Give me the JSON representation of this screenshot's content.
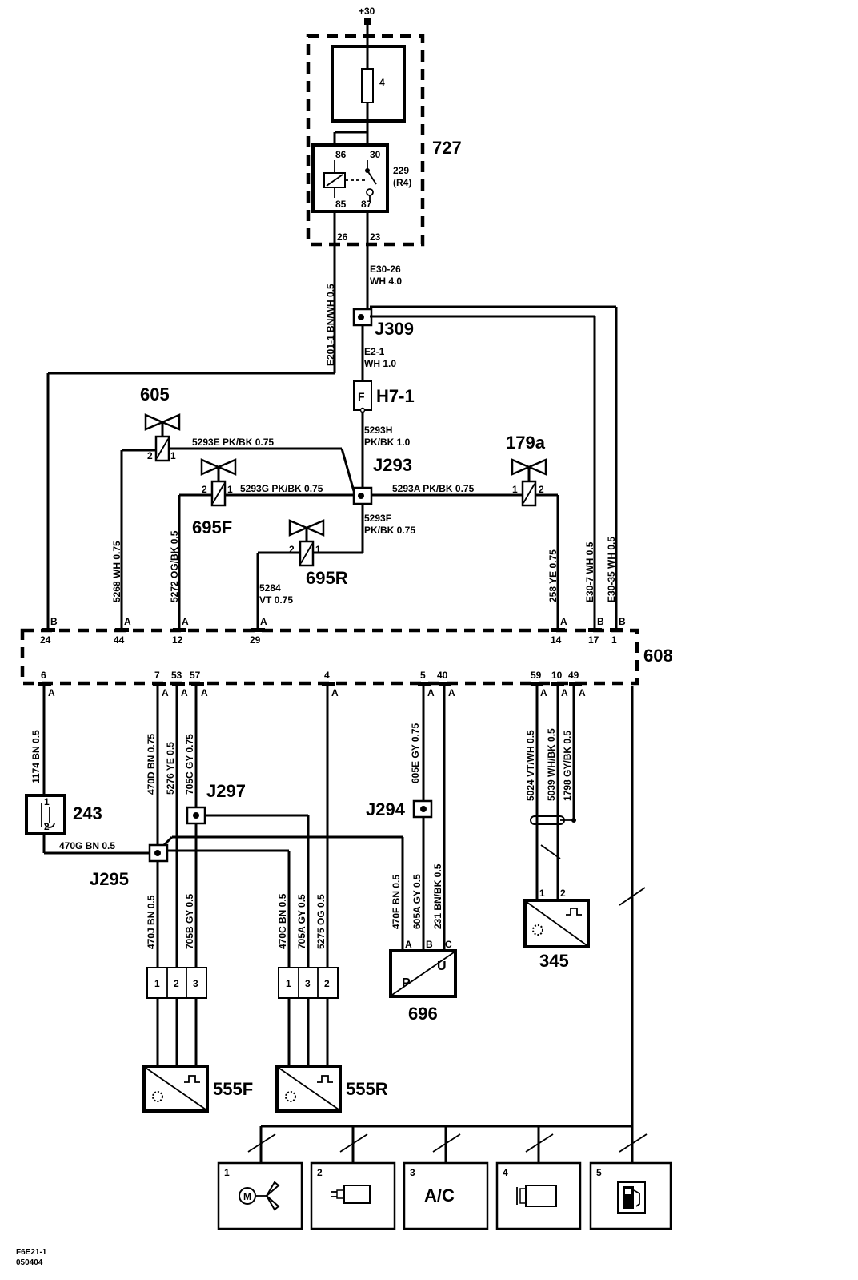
{
  "supply": "+30",
  "fuse": {
    "num": "4"
  },
  "relay": {
    "id": "229",
    "sub": "(R4)",
    "p86": "86",
    "p30": "30",
    "p85": "85",
    "p87": "87",
    "out26": "26",
    "out23": "23"
  },
  "module727": "727",
  "wire_e201": "E201-1 BN/WH 0.5",
  "wire_e3026": [
    "E30-26",
    "WH 4.0"
  ],
  "j309": "J309",
  "wire_e21": [
    "E2-1",
    "WH        1.0"
  ],
  "fuse_h71": {
    "label": "H7-1",
    "letter": "F"
  },
  "wire_5293h": [
    "5293H",
    "PK/BK  1.0"
  ],
  "j293": "J293",
  "valve605": {
    "id": "605",
    "p2": "2",
    "p1": "1"
  },
  "valve695f": {
    "id": "695F",
    "p2": "2",
    "p1": "1"
  },
  "valve695r": {
    "id": "695R",
    "p2": "2",
    "p1": "1"
  },
  "valve179a": {
    "id": "179a",
    "p1": "1",
    "p2": "2"
  },
  "wire_5293e": "5293E   PK/BK  0.75",
  "wire_5293g": "5293G  PK/BK 0.75",
  "wire_5293a": "5293A  PK/BK  0.75",
  "wire_5293f": [
    "5293F",
    "PK/BK  0.75"
  ],
  "wire_5284": [
    "5284",
    "VT 0.75"
  ],
  "wire_5268": "5268  WH  0.75",
  "wire_5272": "5272  OG/BK  0.5",
  "wire_258": "258  YE  0.75",
  "wire_e307": "E30-7  WH 0.5",
  "wire_e3035": "E30-35  WH 0.5",
  "module608": "608",
  "top_pins": [
    {
      "letter": "B",
      "num": "24"
    },
    {
      "letter": "A",
      "num": "44"
    },
    {
      "letter": "A",
      "num": "12"
    },
    {
      "letter": "A",
      "num": "29"
    },
    {
      "letter": "A",
      "num": "14"
    },
    {
      "letter": "B",
      "num": "17"
    },
    {
      "letter": "B",
      "num": "1"
    }
  ],
  "bottom_pins": [
    {
      "letter": "A",
      "num": "6"
    },
    {
      "letter": "A",
      "num": "7"
    },
    {
      "letter": "A",
      "num": "53"
    },
    {
      "letter": "A",
      "num": "57"
    },
    {
      "letter": "A",
      "num": "4"
    },
    {
      "letter": "A",
      "num": "5"
    },
    {
      "letter": "A",
      "num": "40"
    },
    {
      "letter": "A",
      "num": "59"
    },
    {
      "letter": "A",
      "num": "10"
    },
    {
      "letter": "A",
      "num": "49"
    }
  ],
  "wire_1174": "1174  BN  0.5",
  "wire_470d": "470D  BN  0.75",
  "wire_5276": "5276  YE  0.5",
  "wire_705c": "705C  GY  0.75",
  "wire_605e": "605E  GY  0.75",
  "wire_5024": "5024  VT/WH  0.5",
  "wire_5039": "5039  WH/BK  0.5",
  "wire_1798": "1798  GY/BK  0.5",
  "switch243": {
    "id": "243",
    "p1": "1",
    "p2": "2"
  },
  "j297": "J297",
  "j294": "J294",
  "j295": "J295",
  "wire_470g": "470G  BN  0.5",
  "wire_470j": "470J  BN  0.5",
  "wire_705b": "705B  GY  0.5",
  "wire_470c": "470C BN  0.5",
  "wire_705a": "705A  GY  0.5",
  "wire_5275": "5275  OG  0.5",
  "wire_470f": "470F  BN  0.5",
  "wire_605a": "605A  GY  0.5",
  "wire_231": "231 BN/BK  0.5",
  "sensor696": {
    "id": "696",
    "p": "P",
    "u": "U",
    "pa": "A",
    "pb": "B",
    "pc": "C"
  },
  "sensor345": {
    "id": "345",
    "p1": "1",
    "p2": "2"
  },
  "conn555f": [
    "1",
    "2",
    "3"
  ],
  "conn555r": [
    "1",
    "3",
    "2"
  ],
  "sensor555f": "555F",
  "sensor555r": "555R",
  "bottom_boxes": [
    {
      "num": "1",
      "text": ""
    },
    {
      "num": "2",
      "text": ""
    },
    {
      "num": "3",
      "text": "A/C"
    },
    {
      "num": "4",
      "text": ""
    },
    {
      "num": "5",
      "text": ""
    }
  ],
  "motor_letter": "M",
  "footer": [
    "F6E21-1",
    "050404"
  ]
}
